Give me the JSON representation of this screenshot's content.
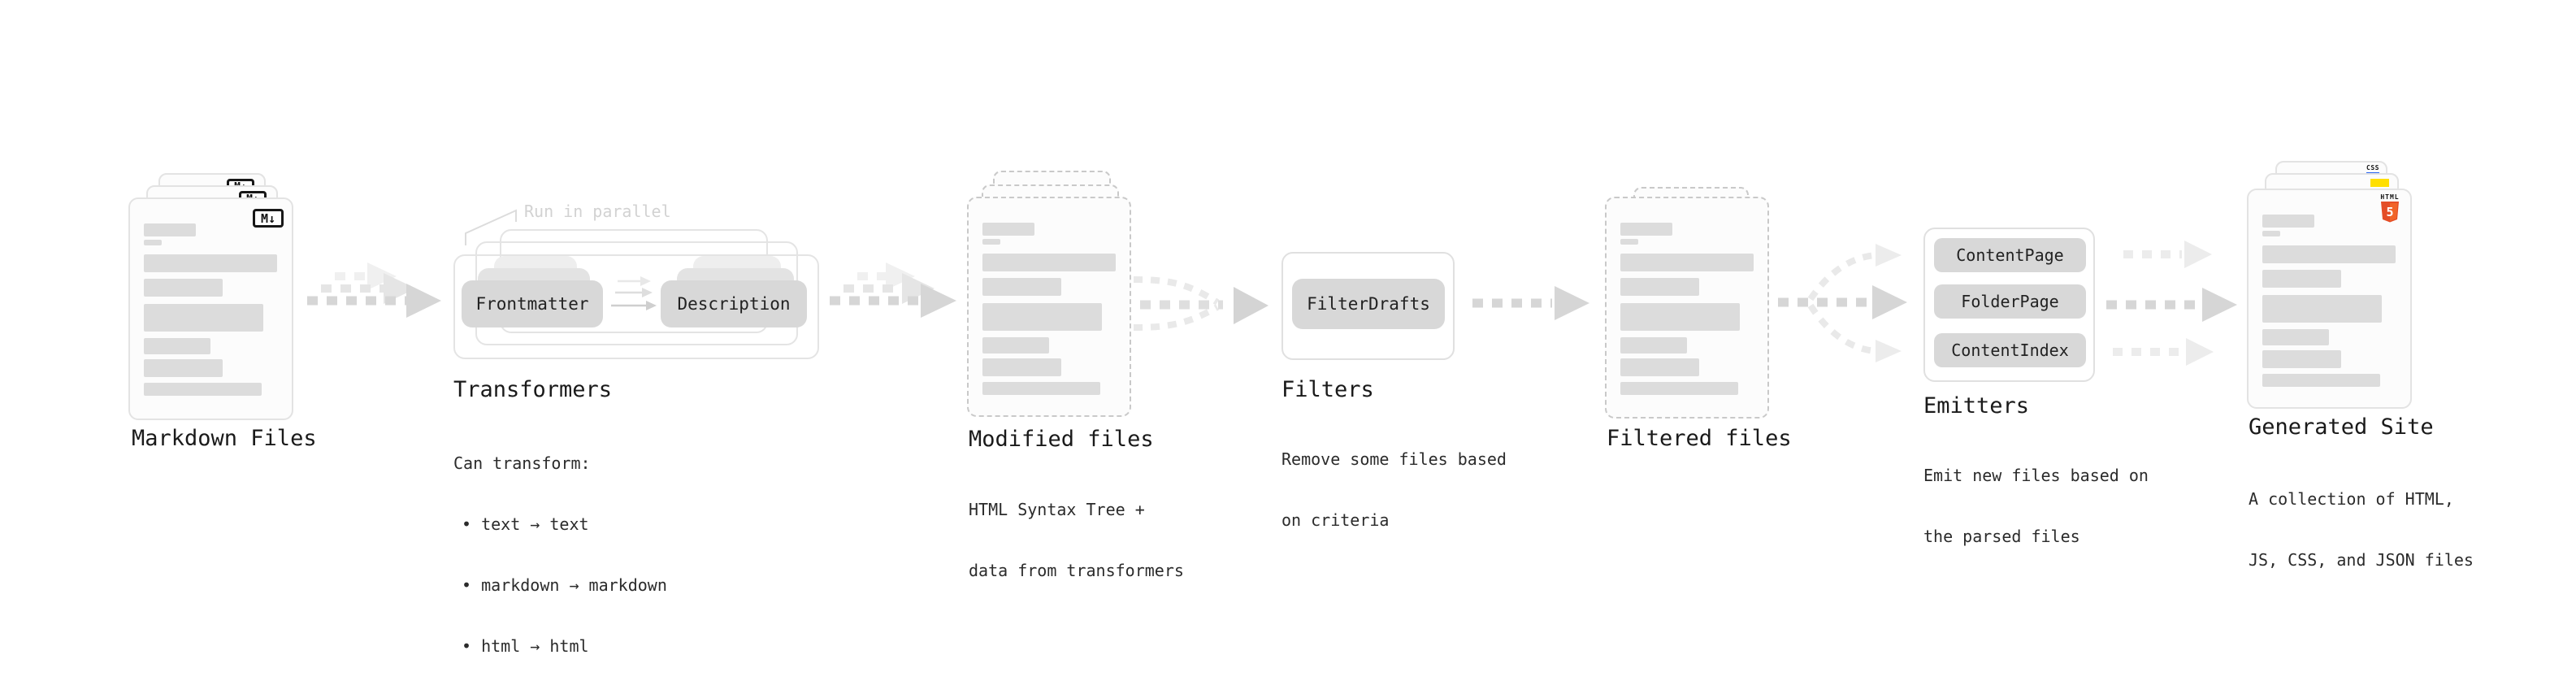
{
  "stages": {
    "markdown": {
      "title": "Markdown Files"
    },
    "transformers": {
      "callout": "Run in parallel",
      "pill_frontmatter": "Frontmatter",
      "pill_description": "Description",
      "title": "Transformers",
      "body": "Can transform:",
      "bullets": [
        "• text → text",
        "• markdown → markdown",
        "• html → html"
      ]
    },
    "modified": {
      "title": "Modified files",
      "lines": [
        "HTML Syntax Tree +",
        "data from transformers"
      ]
    },
    "filters": {
      "title": "Filters",
      "pill": "FilterDrafts",
      "lines": [
        "Remove some files based",
        "on criteria"
      ]
    },
    "filtered": {
      "title": "Filtered files"
    },
    "emitters": {
      "title": "Emitters",
      "pills": [
        "ContentPage",
        "FolderPage",
        "ContentIndex"
      ],
      "lines": [
        "Emit new files based on",
        "the parsed files"
      ]
    },
    "generated": {
      "title": "Generated Site",
      "lines": [
        "A collection of HTML,",
        "JS, CSS, and JSON files"
      ]
    }
  },
  "badges": {
    "markdown": "M↓",
    "html5_label": "HTML",
    "html5_digit": "5",
    "css": "CSS"
  },
  "colors": {
    "arrow": "#d6d6d6",
    "arrow_light": "#ececec",
    "curve_light": "#e9e9e9",
    "callout_text": "#d2d2d2",
    "html5_orange": "#e44d26",
    "html5_orange_light": "#f16529",
    "js_yellow": "#ffdf00",
    "css_blue": "#2965f1",
    "pill_gray": "#d8d8d8",
    "placeholder_gray": "#dcdcdc"
  }
}
